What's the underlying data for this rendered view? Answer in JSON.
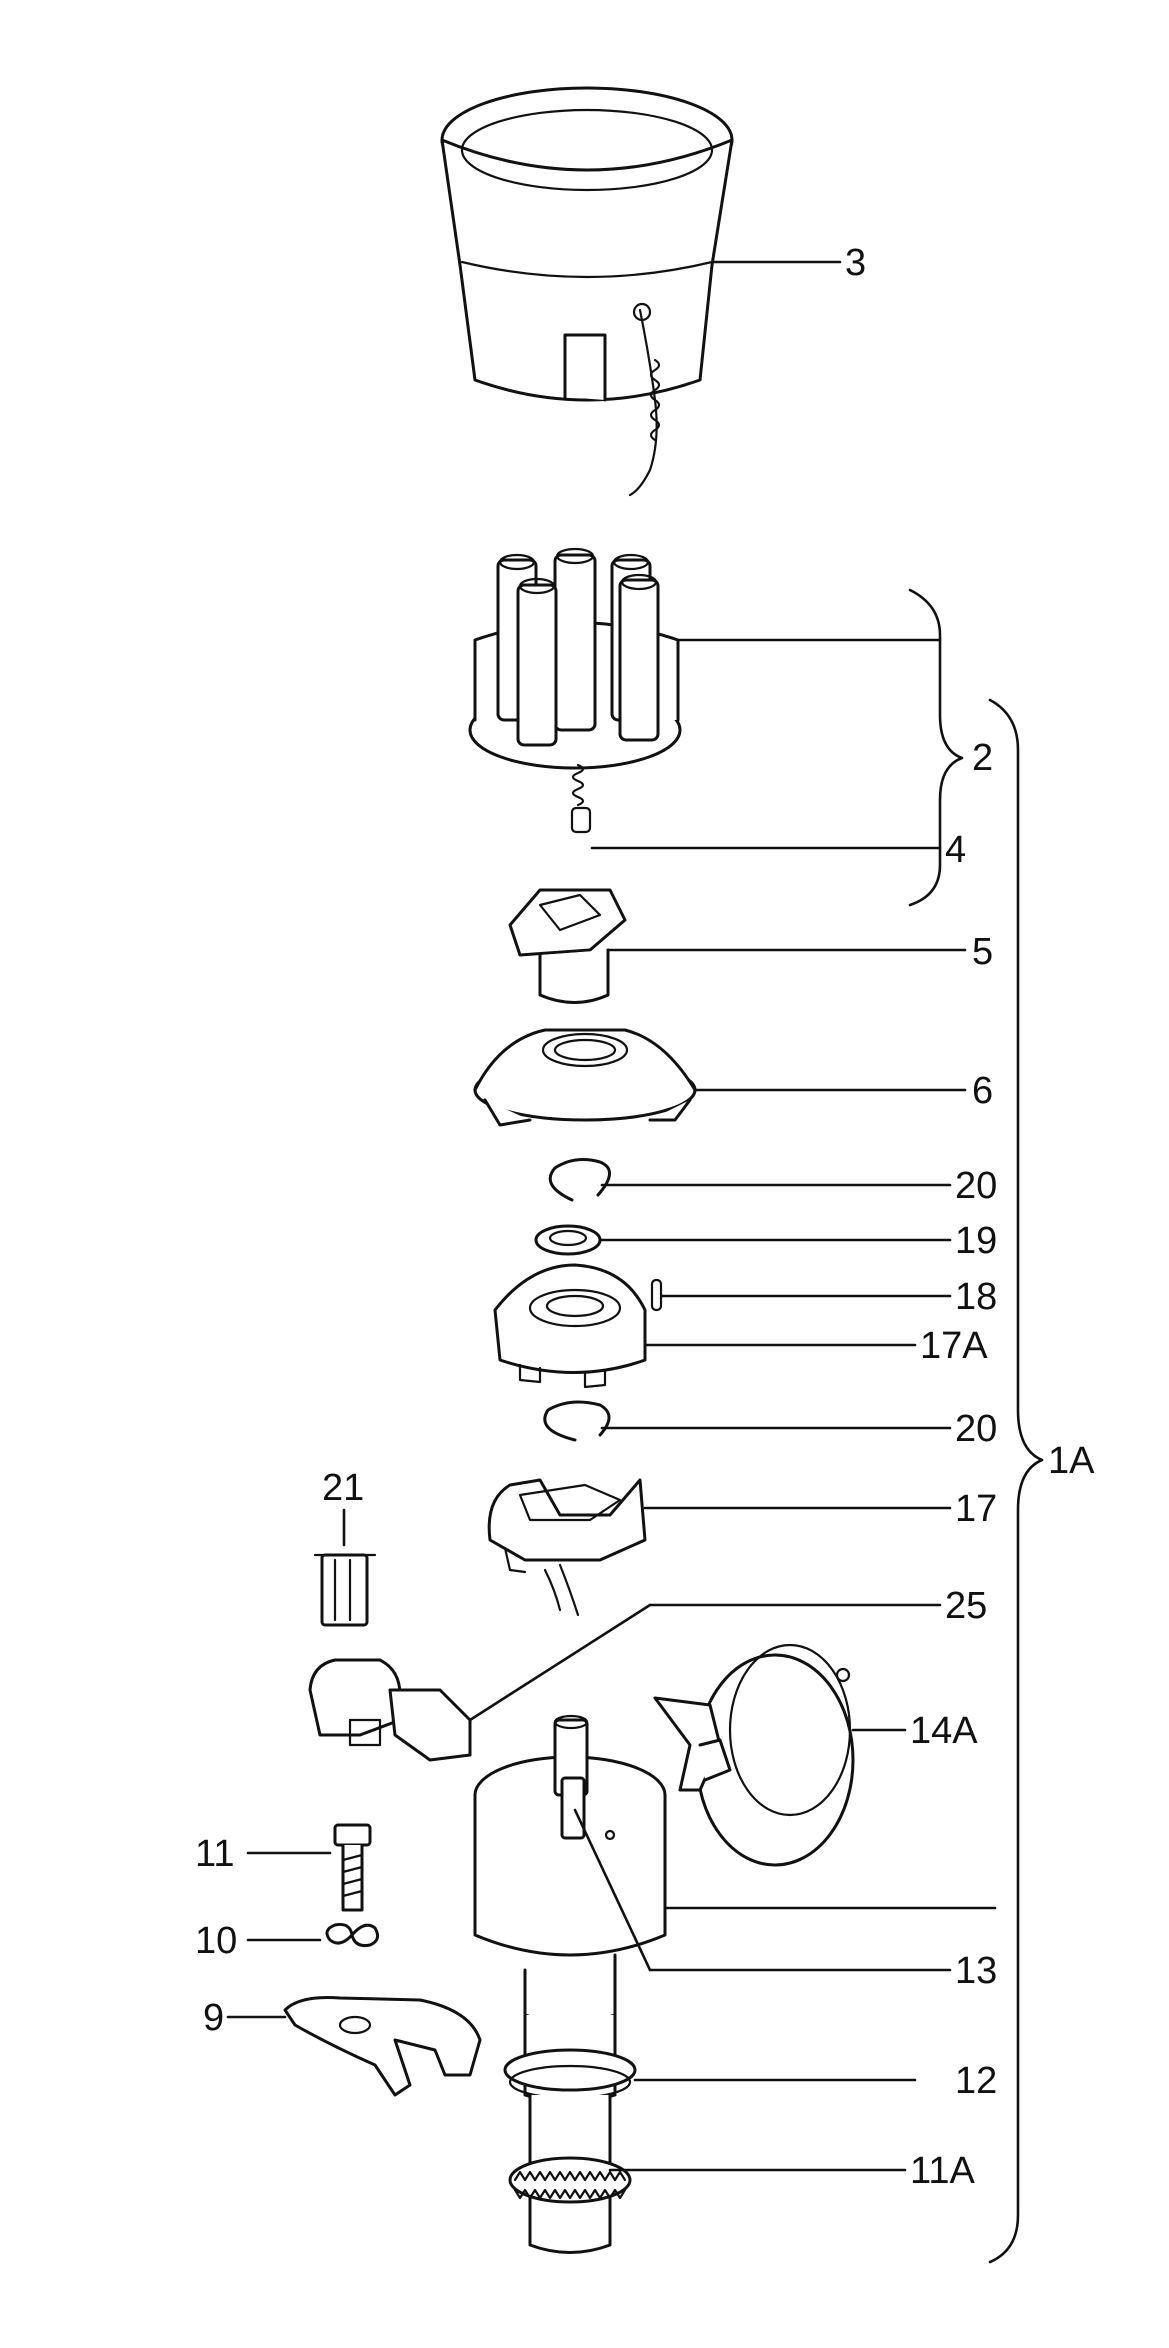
{
  "labels": {
    "l3": "3",
    "l2": "2",
    "l4": "4",
    "l5": "5",
    "l6": "6",
    "l20a": "20",
    "l19": "19",
    "l18": "18",
    "l17a": "17A",
    "l20b": "20",
    "l1a": "1A",
    "l21": "21",
    "l17": "17",
    "l25": "25",
    "l14a": "14A",
    "l11": "11",
    "l10": "10",
    "l9": "9",
    "l13": "13",
    "l12": "12",
    "l11a": "11A"
  }
}
